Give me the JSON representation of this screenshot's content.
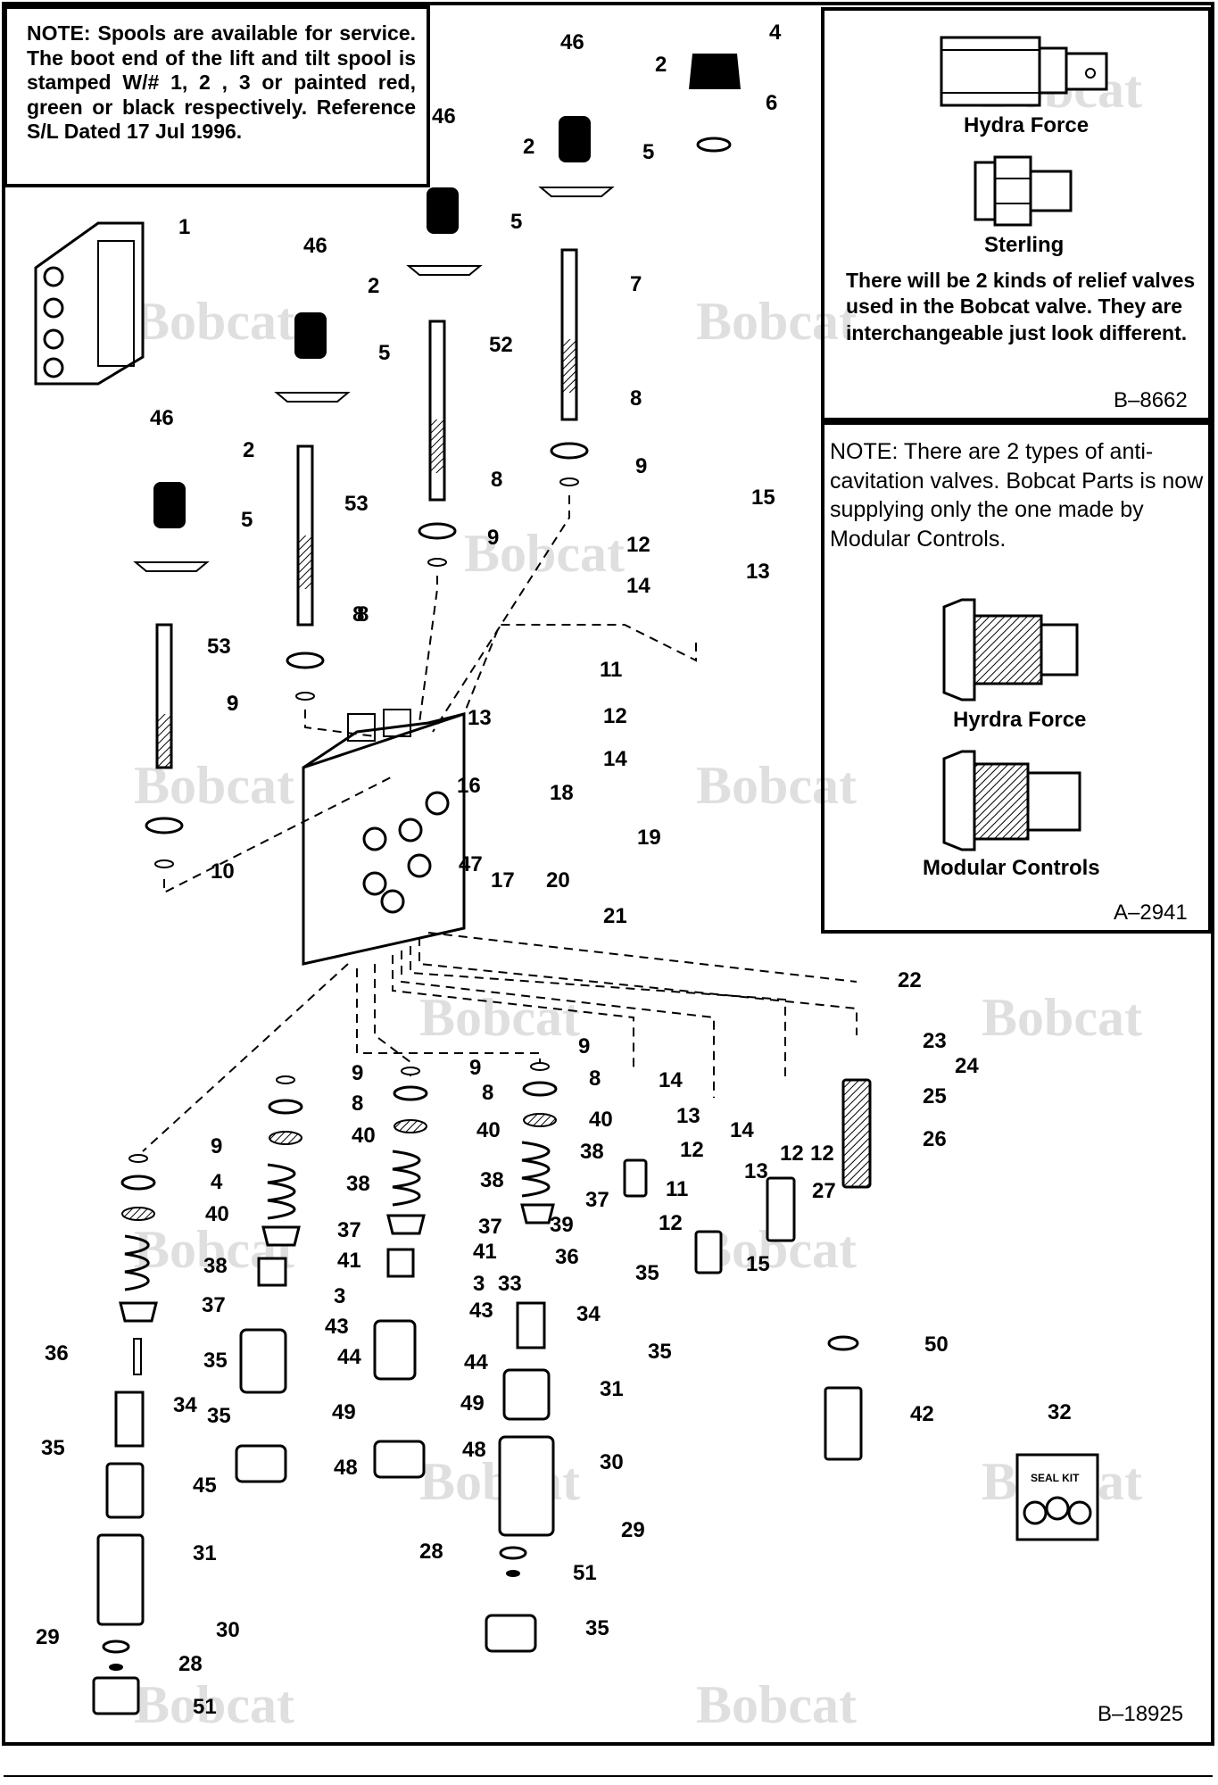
{
  "notes": {
    "spools": "NOTE:  Spools are available for service. The boot end of the lift and tilt spool is stamped W/# 1, 2 , 3 or painted red, green or black respectively. Reference S/L Dated 17 Jul 1996.",
    "relief": "There will be 2 kinds of relief valves used in the Bobcat valve. They are interchangeable just look different.",
    "anticavitation": "NOTE: There are 2 types of anti-cavitation valves. Bobcat Parts is now supplying only the one made by Modular Controls."
  },
  "insets": {
    "relief": {
      "caption_1": "Hydra Force",
      "caption_2": "Sterling",
      "ref": "B–8662"
    },
    "anticav": {
      "caption_1": "Hyrdra Force",
      "caption_2": "Modular Controls",
      "ref": "A–2941"
    }
  },
  "main_ref": "B–18925",
  "watermark": "Bobcat",
  "seal_kit_label": "SEAL KIT",
  "callouts": [
    "46",
    "2",
    "4",
    "6",
    "5",
    "46",
    "2",
    "5",
    "1",
    "7",
    "46",
    "2",
    "5",
    "52",
    "8",
    "9",
    "46",
    "2",
    "5",
    "53",
    "8",
    "9",
    "8",
    "9",
    "53",
    "8",
    "9",
    "15",
    "12",
    "13",
    "14",
    "11",
    "12",
    "13",
    "14",
    "16",
    "18",
    "19",
    "17",
    "47",
    "20",
    "21",
    "10",
    "22",
    "23",
    "24",
    "25",
    "26",
    "9",
    "8",
    "40",
    "38",
    "37",
    "39",
    "36",
    "35",
    "33",
    "34",
    "35",
    "9",
    "8",
    "40",
    "38",
    "37",
    "41",
    "3",
    "43",
    "44",
    "49",
    "48",
    "9",
    "8",
    "40",
    "38",
    "37",
    "41",
    "3",
    "43",
    "44",
    "49",
    "48",
    "9",
    "4",
    "40",
    "38",
    "37",
    "36",
    "35",
    "34",
    "35",
    "35",
    "45",
    "31",
    "30",
    "29",
    "28",
    "51",
    "14",
    "13",
    "12",
    "11",
    "12",
    "15",
    "14",
    "13",
    "12",
    "27",
    "12",
    "50",
    "42",
    "32",
    "31",
    "30",
    "29",
    "28",
    "51",
    "35"
  ],
  "icon": "bobcat-logo-icon"
}
